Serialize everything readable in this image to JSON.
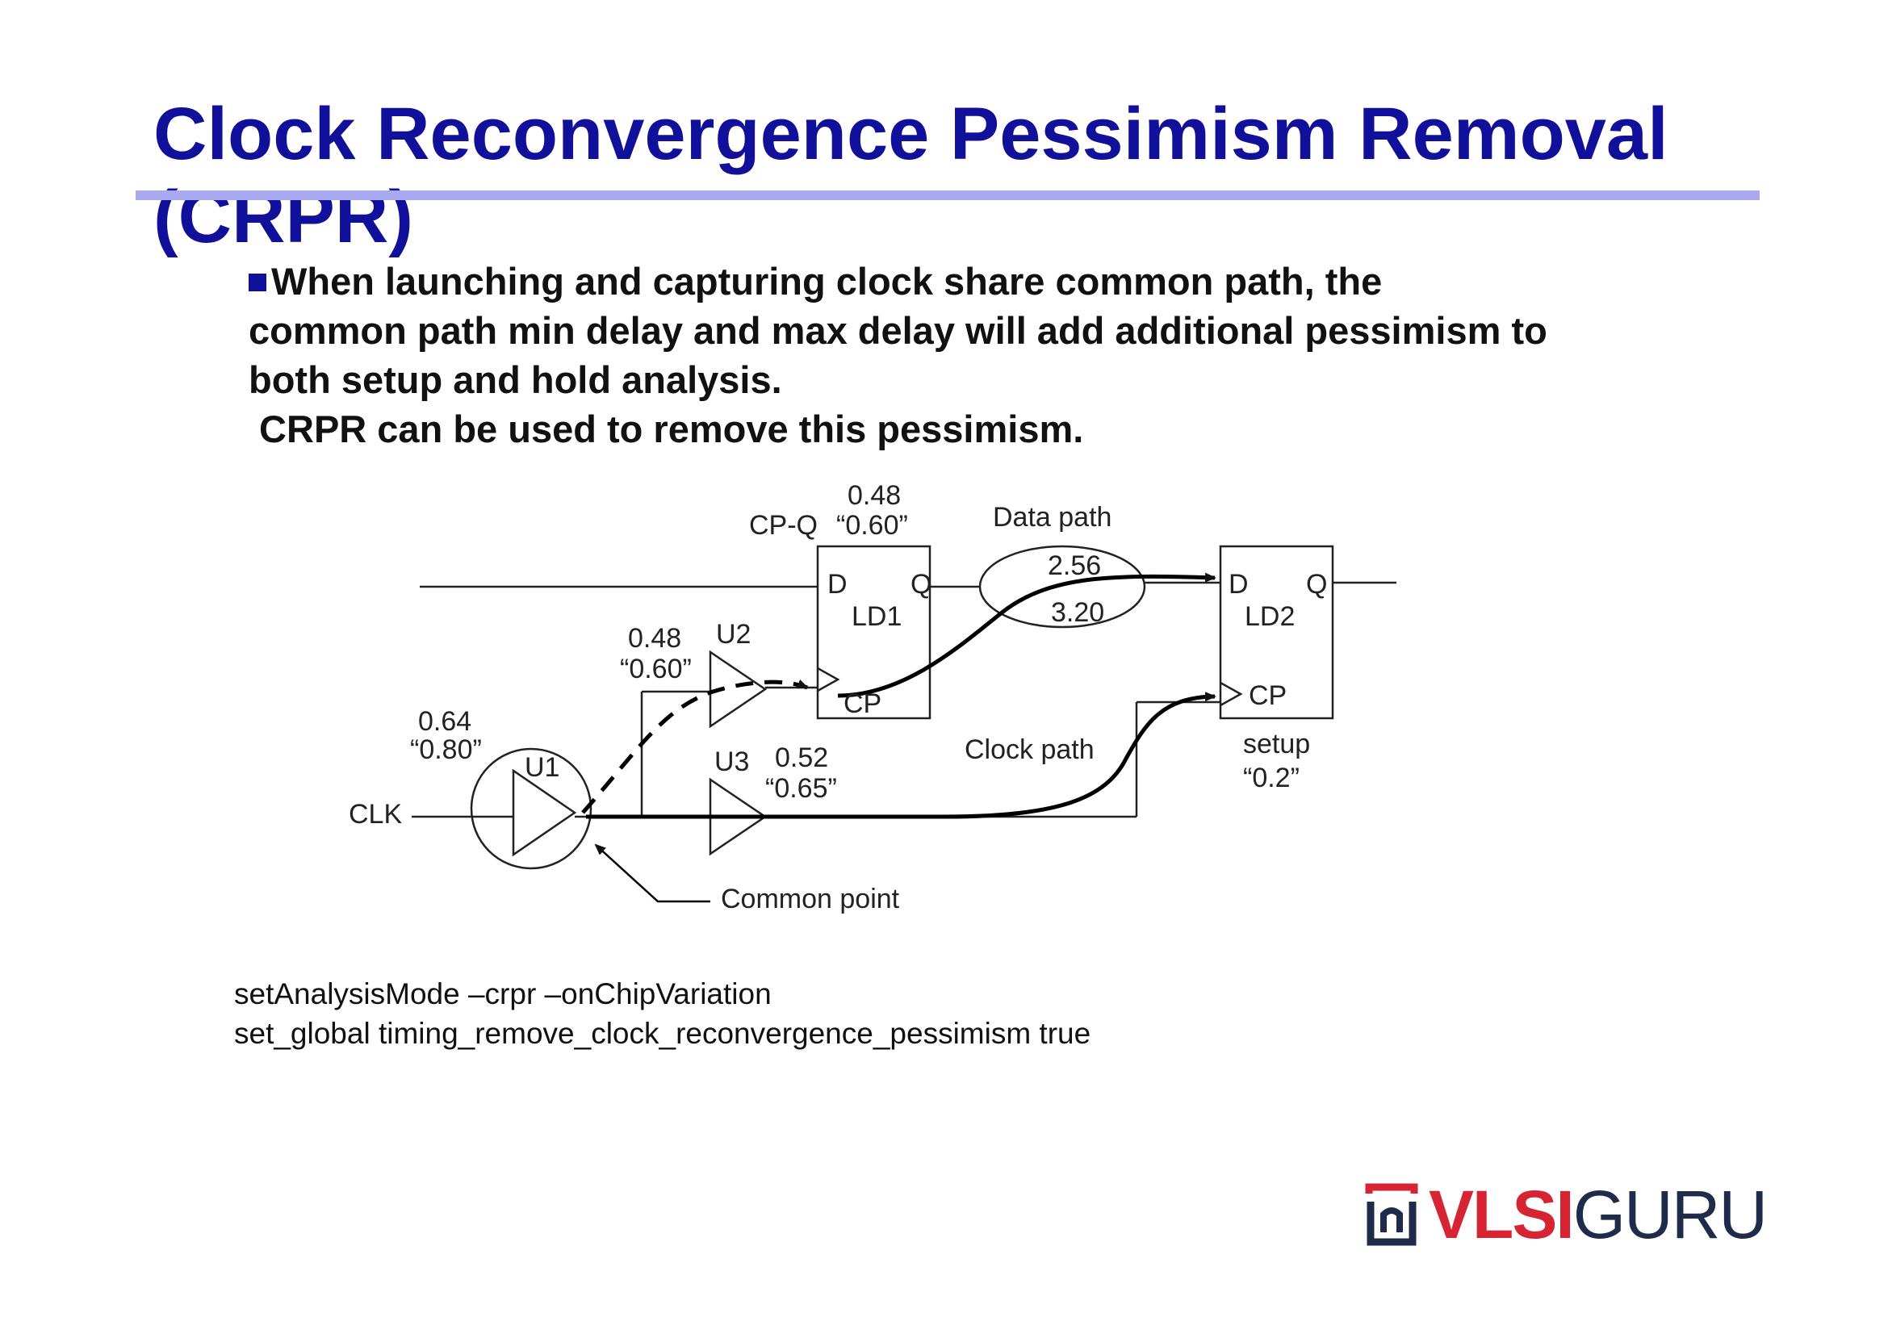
{
  "slide": {
    "title": "Clock Reconvergence Pessimism Removal (CRPR)",
    "body_lines": [
      "When launching and capturing clock share common path, the",
      "common path min delay and max delay will add additional pessimism to",
      "both setup and hold analysis.",
      " CRPR can be used to remove this pessimism."
    ],
    "commands": [
      "setAnalysisMode –crpr –onChipVariation",
      "set_global timing_remove_clock_reconvergence_pessimism true"
    ]
  },
  "diagram": {
    "labels": {
      "cpq": "CP-Q",
      "cpq_min": "0.48",
      "cpq_max": "“0.60”",
      "data_path": "Data path",
      "data_min": "2.56",
      "data_max": "3.20",
      "u2": "U2",
      "u2_min": "0.48",
      "u2_max": "“0.60”",
      "u1": "U1",
      "u1_min": "0.64",
      "u1_max": "“0.80”",
      "u3": "U3",
      "u3_min": "0.52",
      "u3_max": "“0.65”",
      "clk": "CLK",
      "clock_path": "Clock path",
      "common_point": "Common point",
      "setup": "setup",
      "setup_val": "“0.2”"
    },
    "ld1": {
      "name": "LD1",
      "d": "D",
      "q": "Q",
      "cp": "CP"
    },
    "ld2": {
      "name": "LD2",
      "d": "D",
      "q": "Q",
      "cp": "CP"
    }
  },
  "logo": {
    "part1": "VLSI",
    "part2": "GURU",
    "mark_color": "#d62433",
    "text_color": "#1f2b4a"
  },
  "colors": {
    "title": "#10109a",
    "rule": "#a9a9f0"
  }
}
